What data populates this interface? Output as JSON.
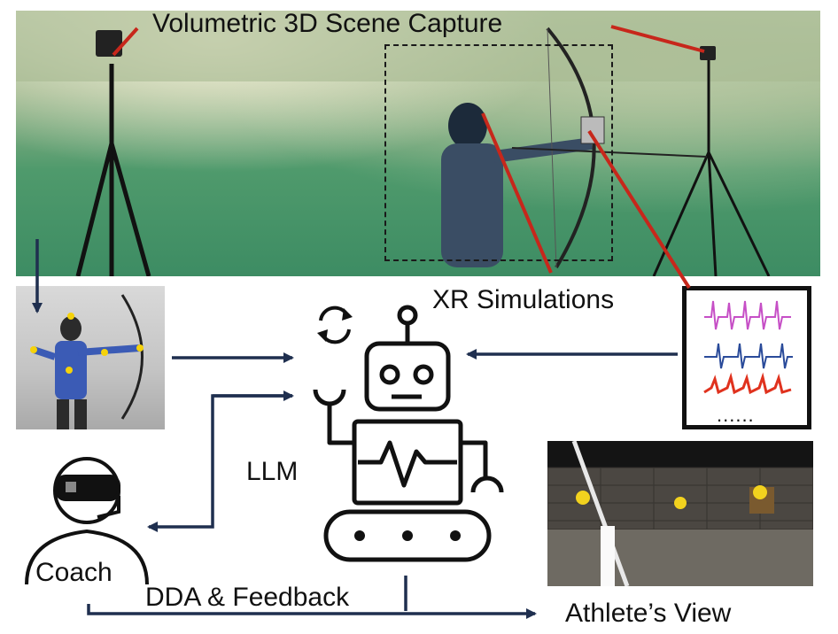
{
  "labels": {
    "capture": "Volumetric 3D Scene Capture",
    "xr": "XR Simulations",
    "llm": "LLM",
    "coach": "Coach",
    "dda": "DDA & Feedback",
    "athlete_view": "Athlete’s View",
    "signals_more": "......"
  },
  "colors": {
    "arrow": "#1f2f4f",
    "pointer": "#c7271b",
    "signal_magenta": "#c64fc6",
    "signal_blue": "#2a4b9a",
    "signal_red": "#e0321e",
    "target_yellow": "#f2d21e"
  },
  "icons": {
    "robot": "robot-icon",
    "refresh": "refresh-icon",
    "coach": "coach-headset-icon"
  }
}
